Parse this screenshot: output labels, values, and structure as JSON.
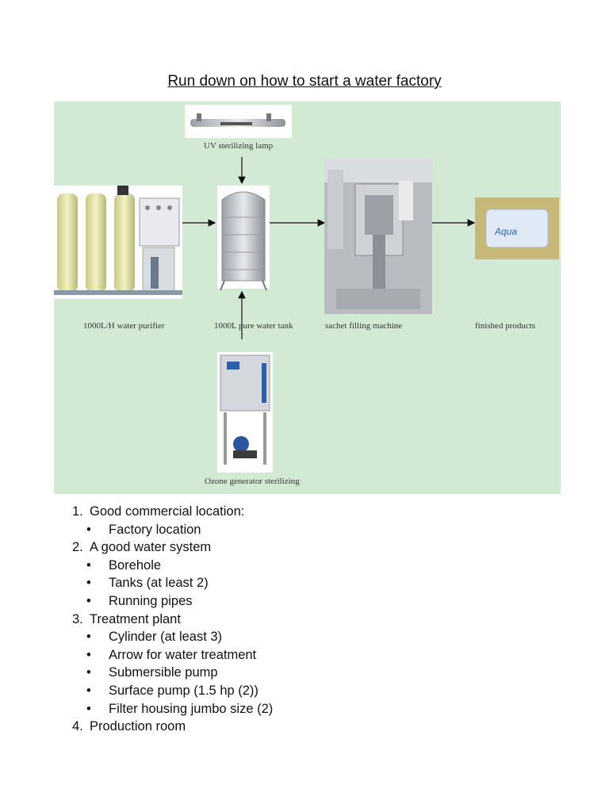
{
  "title": "Run down on how to start a water factory",
  "figure": {
    "captions": {
      "uv_lamp": "UV sterilizing lamp",
      "water_purifier": "1000L/H water purifier",
      "pure_water_tank": "1000L pure water tank",
      "sachet_filling_machine": "sachet filling machine",
      "finished_products": "finished products",
      "ozone_generator": "Ozone generator sterilizing"
    }
  },
  "list": [
    {
      "num": "1.",
      "label": "Good commercial location:",
      "items": [
        "Factory location"
      ]
    },
    {
      "num": "2.",
      "label": "A good water system",
      "items": [
        "Borehole",
        "Tanks (at least 2)",
        "Running pipes"
      ]
    },
    {
      "num": "3.",
      "label": "Treatment plant",
      "items": [
        "Cylinder (at least 3)",
        "Arrow for water treatment",
        "Submersible pump",
        "Surface pump (1.5 hp (2))",
        "Filter housing jumbo size (2)"
      ]
    },
    {
      "num": "4.",
      "label": "Production room",
      "items": []
    }
  ]
}
